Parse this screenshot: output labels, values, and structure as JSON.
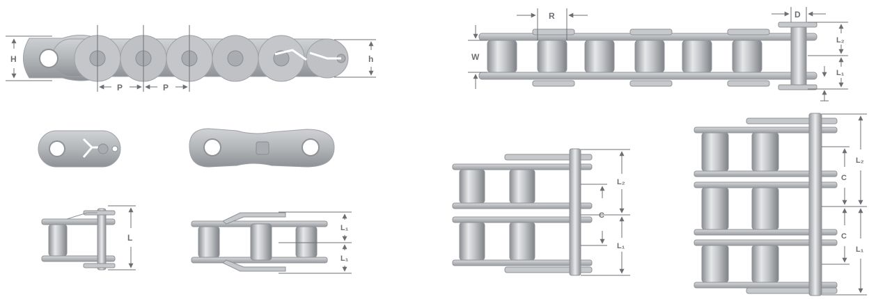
{
  "labels": {
    "H": "H",
    "h": "h",
    "P1": "P",
    "P2": "P",
    "R": "R",
    "D": "D",
    "W": "W",
    "L": "L",
    "L1": "L₁",
    "L2": "L₂",
    "C": "C"
  },
  "colors": {
    "background": "#ffffff",
    "plate": "#b7b9bc",
    "plate_dark": "#8f9296",
    "roller": "#c9cbce",
    "dim_line": "#6b6f73"
  }
}
